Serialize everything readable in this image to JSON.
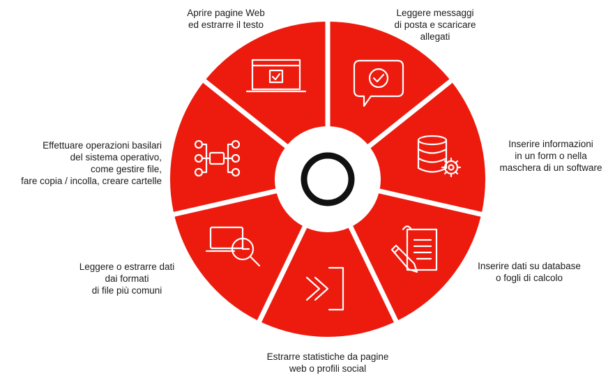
{
  "colors": {
    "segment": "#ec1b0e",
    "ring": "#111111",
    "icon": "#ffffff",
    "text": "#1a1a1a"
  },
  "items": [
    {
      "label": "Aprire pagine Web\ned estrarre il testo",
      "icon": "browser-window-check-icon"
    },
    {
      "label": "Leggere messaggi\ndi posta e scaricare\nallegati",
      "icon": "chat-bubble-check-icon"
    },
    {
      "label": "Inserire informazioni\nin un form o nella\nmaschera di un software",
      "icon": "database-gear-icon"
    },
    {
      "label": "Inserire dati su database\no fogli di calcolo",
      "icon": "document-pencil-icon"
    },
    {
      "label": "Estrarre statistiche da pagine\nweb o profili social",
      "icon": "arrow-into-bracket-icon"
    },
    {
      "label": "Leggere o estrarre dati\ndai formati\ndi file più comuni",
      "icon": "laptop-magnifier-icon"
    },
    {
      "label": "Effettuare operazioni basilari\ndel sistema operativo,\ncome gestire file,\nfare copia / incolla, creare cartelle",
      "icon": "hierarchy-nodes-icon"
    }
  ]
}
